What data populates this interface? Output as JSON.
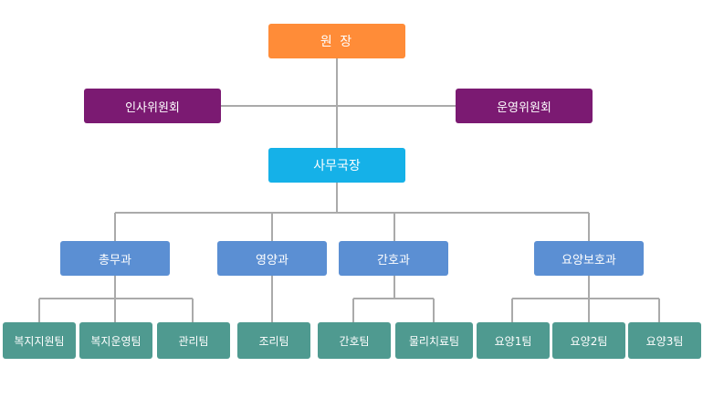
{
  "director": "원 장",
  "committees": [
    "인사위원회",
    "운영위원회"
  ],
  "secretary": "사무국장",
  "departments": [
    "총무과",
    "영양과",
    "간호과",
    "요양보호과"
  ],
  "teams": {
    "general": [
      "복지지원팀",
      "복지운영팀",
      "관리팀"
    ],
    "nutrition": [
      "조리팀"
    ],
    "nursing": [
      "간호팀",
      "물리치료팀"
    ],
    "care": [
      "요양1팀",
      "요양2팀",
      "요양3팀"
    ]
  },
  "colors": {
    "director": "#ff8c38",
    "committee": "#7b1a72",
    "secretary": "#15b1e8",
    "department": "#5b8fd3",
    "team": "#4f9a90",
    "connector": "#aaaaaa"
  }
}
